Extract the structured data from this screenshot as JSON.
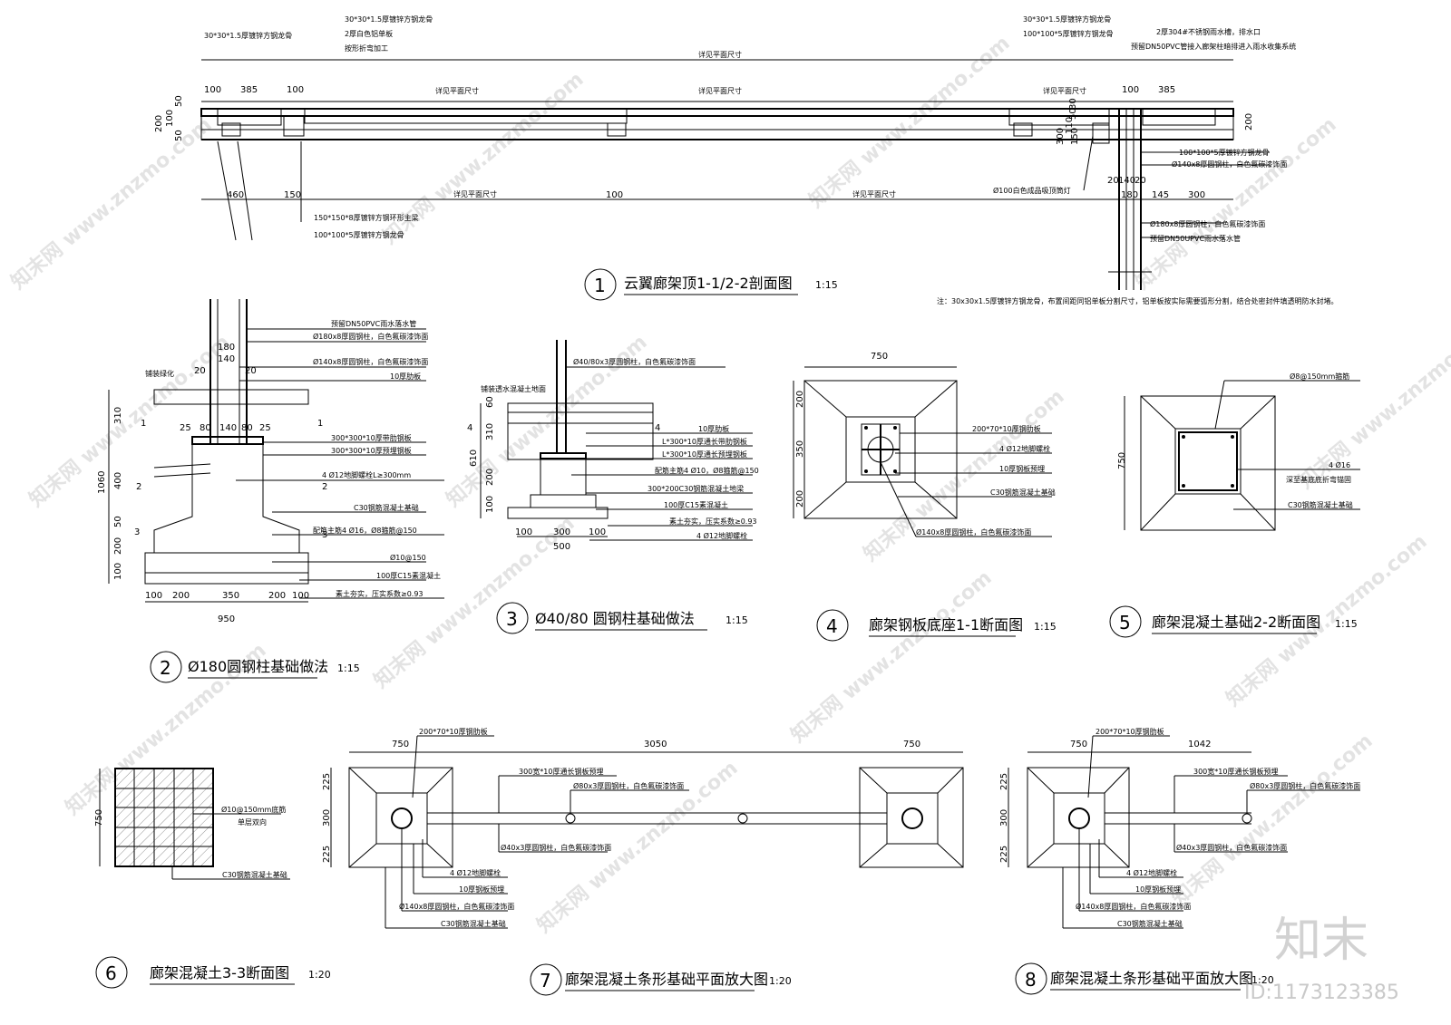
{
  "brand": {
    "logo_text": "知末",
    "id_text": "ID:1173123385",
    "watermark": "知末网 www.znzmo.com"
  },
  "drawings": [
    {
      "num": "1",
      "title": "云翼廊架顶1-1/2-2剖面图",
      "scale": "1:15"
    },
    {
      "num": "2",
      "title": "Ø180圆钢柱基础做法",
      "scale": "1:15"
    },
    {
      "num": "3",
      "title": "Ø40/80 圆钢柱基础做法",
      "scale": "1:15"
    },
    {
      "num": "4",
      "title": "廊架钢板底座1-1断面图",
      "scale": "1:15"
    },
    {
      "num": "5",
      "title": "廊架混凝土基础2-2断面图",
      "scale": "1:15"
    },
    {
      "num": "6",
      "title": "廊架混凝土3-3断面图",
      "scale": "1:20"
    },
    {
      "num": "7",
      "title": "廊架混凝土条形基础平面放大图",
      "scale": "1:20"
    },
    {
      "num": "8",
      "title": "廊架混凝土条形基础平面放大图",
      "scale": "1:20"
    }
  ],
  "d1": {
    "labels": [
      "30*30*1.5厚镀锌方钢龙骨",
      "30*30*1.5厚镀锌方钢龙骨",
      "2厚白色铝单板",
      "按形折弯加工",
      "30*30*1.5厚镀锌方钢龙骨",
      "100*100*5厚镀锌方钢龙骨",
      "2厚304#不锈钢雨水槽，排水口",
      "预留DN50PVC管接入廊架柱暗排进入雨水收集系统",
      "100*100*5厚镀锌方钢龙骨",
      "Ø140x8厚圆钢柱，白色氟碳漆饰面",
      "Ø100白色成品吸顶筒灯",
      "150*150*8厚镀锌方钢环形主梁",
      "100*100*5厚镀锌方钢龙骨",
      "Ø180x8厚圆钢柱，白色氟碳漆饰面",
      "预留DN50UPVC雨水落水管"
    ],
    "dims_top": [
      "100",
      "385",
      "100",
      "100",
      "385"
    ],
    "dims_bottom": [
      "460",
      "150",
      "100",
      "180",
      "145",
      "300"
    ],
    "dims_left": [
      "50",
      "100",
      "50",
      "200"
    ],
    "dims_right": [
      "300",
      "150",
      "110",
      "50",
      "30",
      "200"
    ],
    "dims_small": [
      "20",
      "140",
      "20"
    ],
    "span_label": "详见平面尺寸",
    "note": "注：30x30x1.5厚镀锌方钢龙骨，布置间距同铝单板分割尺寸，铝单板按实际需要弧形分割，结合处密封件填透明防水封堵。"
  },
  "d2": {
    "labels": [
      "预留DN50PVC雨水落水管",
      "Ø180x8厚圆钢柱，白色氟碳漆饰面",
      "Ø140x8厚圆钢柱，白色氟碳漆饰面",
      "10厚肋板",
      "300*300*10厚带肋钢板",
      "300*300*10厚预埋钢板",
      "4 Ø12地脚螺栓L≥300mm",
      "C30钢筋混凝土基础",
      "配筋主筋4 Ø16，Ø8箍筋@150",
      "Ø10@150",
      "100厚C15素混凝土",
      "素土夯实，压实系数≥0.93",
      "铺装绿化"
    ],
    "dims_bottom": [
      "100",
      "200",
      "350",
      "200",
      "100"
    ],
    "total": "950",
    "dims_left": [
      "310",
      "400",
      "50",
      "200",
      "100"
    ],
    "total_left": "1060",
    "dims_top": [
      "180",
      "140",
      "20",
      "20"
    ],
    "dims_mid": [
      "25",
      "80",
      "140",
      "80",
      "25"
    ],
    "cuts": [
      "1",
      "1",
      "2",
      "2",
      "3",
      "3"
    ]
  },
  "d3": {
    "labels": [
      "Ø40/80x3厚圆钢柱，白色氟碳漆饰面",
      "10厚肋板",
      "L*300*10厚通长带肋钢板",
      "L*300*10厚通长预埋钢板",
      "配筋主筋4 Ø10，Ø8箍筋@150",
      "300*200C30钢筋混凝土地梁",
      "100厚C15素混凝土",
      "素土夯实，压实系数≥0.93",
      "4 Ø12地脚螺栓",
      "铺装透水混凝土地面"
    ],
    "dims_left": [
      "60",
      "310",
      "200",
      "100"
    ],
    "total_left": "610",
    "dims_bottom": [
      "100",
      "300",
      "100"
    ],
    "total": "500",
    "cuts": [
      "4",
      "4"
    ]
  },
  "d4": {
    "labels": [
      "200*70*10厚钢肋板",
      "4 Ø12地脚螺栓",
      "10厚钢板预埋",
      "C30钢筋混凝土基础",
      "Ø140x8厚圆钢柱，白色氟碳漆饰面"
    ],
    "top": "750",
    "left": [
      "200",
      "350",
      "200"
    ]
  },
  "d5": {
    "labels": [
      "Ø8@150mm箍筋",
      "4 Ø16",
      "深至基底底折弯锚固",
      "C30钢筋混凝土基础"
    ],
    "left": "750"
  },
  "d6": {
    "labels": [
      "Ø10@150mm底筋",
      "单层双向",
      "C30钢筋混凝土基础"
    ],
    "left": "750"
  },
  "d7": {
    "top": [
      "750",
      "3050",
      "750"
    ],
    "left": [
      "225",
      "300",
      "225"
    ],
    "labels": [
      "200*70*10厚钢肋板",
      "300宽*10厚通长钢板预埋",
      "Ø80x3厚圆钢柱，白色氟碳漆饰面",
      "Ø40x3厚圆钢柱，白色氟碳漆饰面",
      "4 Ø12地脚螺栓",
      "10厚钢板预埋",
      "Ø140x8厚圆钢柱，白色氟碳漆饰面",
      "C30钢筋混凝土基础"
    ]
  },
  "d8": {
    "top": [
      "750",
      "1042"
    ],
    "left": [
      "225",
      "300",
      "225"
    ],
    "labels": [
      "200*70*10厚钢肋板",
      "300宽*10厚通长钢板预埋",
      "Ø80x3厚圆钢柱，白色氟碳漆饰面",
      "Ø40x3厚圆钢柱，白色氟碳漆饰面",
      "4 Ø12地脚螺栓",
      "10厚钢板预埋",
      "Ø140x8厚圆钢柱，白色氟碳漆饰面",
      "C30钢筋混凝土基础"
    ]
  }
}
